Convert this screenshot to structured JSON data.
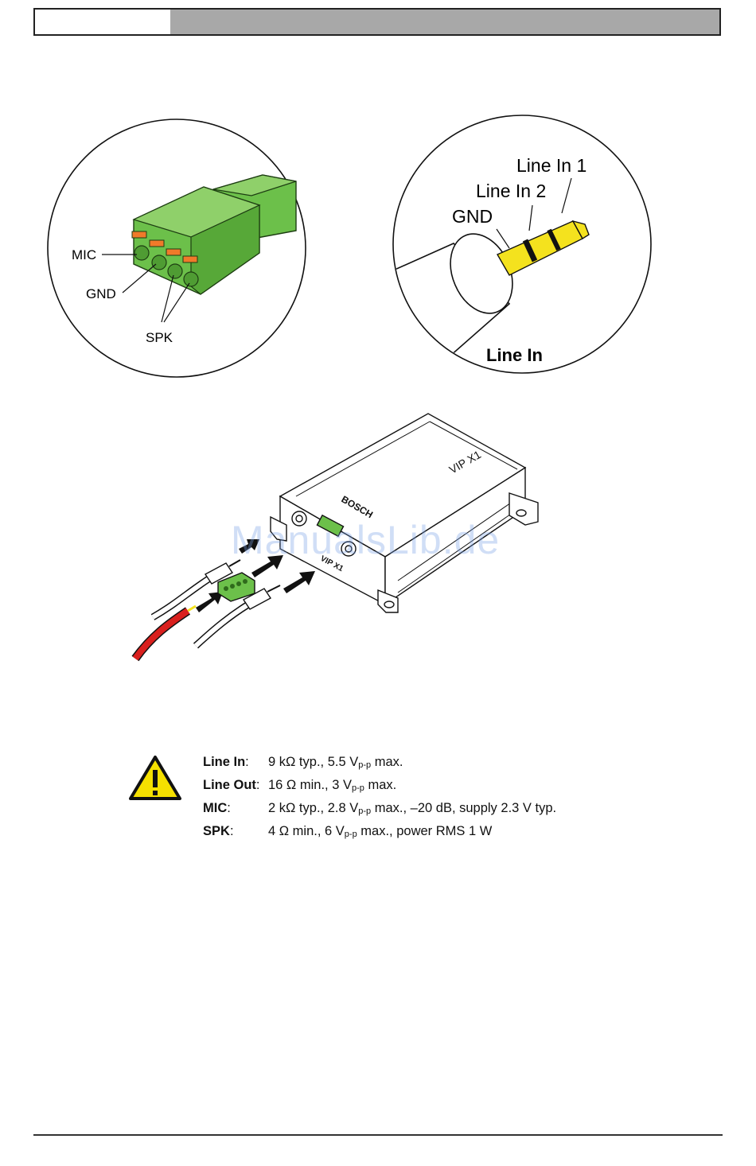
{
  "connector_callouts": {
    "mic": "MIC",
    "gnd": "GND",
    "spk": "SPK"
  },
  "jack_callouts": {
    "line_in_1": "Line In 1",
    "line_in_2": "Line In 2",
    "gnd": "GND",
    "caption": "Line In"
  },
  "device": {
    "model_label": "VIP X1",
    "brand": "BOSCH",
    "front_label": "VIP X1"
  },
  "watermark": "ManualsLib.de",
  "specs": [
    {
      "key": "Line In",
      "sep": ":",
      "value_pre": "9 kΩ typ., 5.5 V",
      "sub": "p-p",
      "value_post": " max."
    },
    {
      "key": "Line Out",
      "sep": ":",
      "value_pre": "16 Ω min., 3 V",
      "sub": "p-p",
      "value_post": " max."
    },
    {
      "key": "MIC",
      "sep": ":",
      "value_pre": "2 kΩ typ., 2.8 V",
      "sub": "p-p",
      "value_post": " max., –20 dB, supply 2.3 V typ."
    },
    {
      "key": "SPK",
      "sep": ":",
      "value_pre": "4 Ω min., 6 V",
      "sub": "p-p",
      "value_post": " max., power RMS 1 W"
    }
  ],
  "colors": {
    "connector_green": "#6cc04a",
    "terminal_orange": "#f07a2a",
    "jack_yellow": "#f4e21e",
    "cable_red": "#d9201e",
    "warning_yellow": "#f5e000"
  },
  "icons": {
    "warning": "warning-triangle-icon"
  }
}
